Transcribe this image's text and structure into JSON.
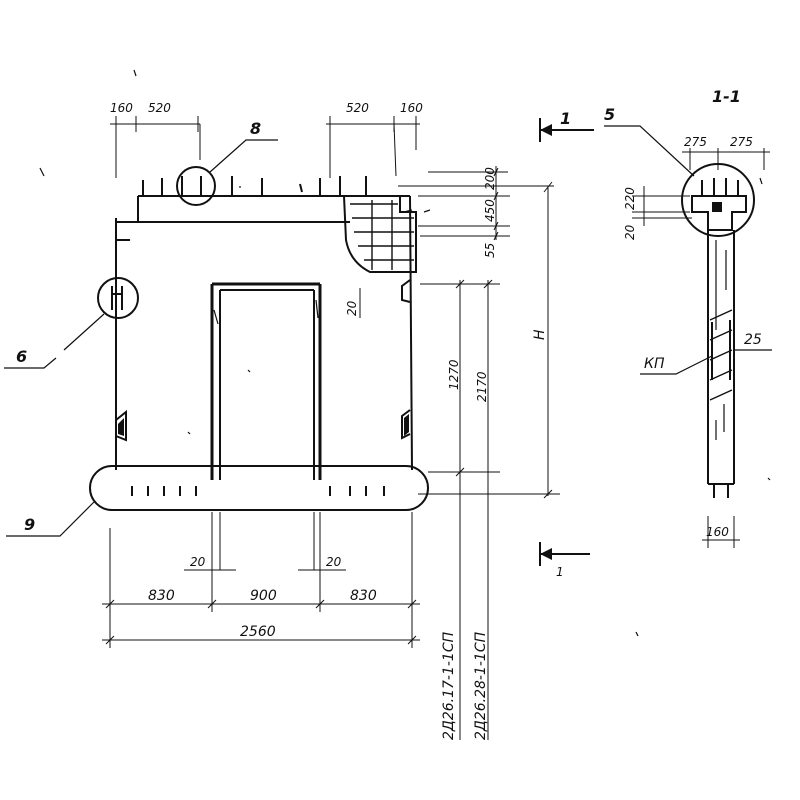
{
  "drawing": {
    "section_title": "1-1",
    "section_mark": "1",
    "section_mark_bottom": "1",
    "top_dims": {
      "left_a": "160",
      "left_b": "520",
      "right_a": "520",
      "right_b": "160"
    },
    "right_dims": {
      "d200": "200",
      "d450": "450",
      "d55": "55",
      "d1270": "1270",
      "d2170": "2170",
      "h": "H"
    },
    "inner_dims": {
      "d20_top": "20",
      "d20_left": "20",
      "d20_right": "20"
    },
    "bottom_dims": {
      "d830_left": "830",
      "d900": "900",
      "d830_right": "830",
      "d2560": "2560"
    },
    "callouts": {
      "c8": "8",
      "c6": "6",
      "c9": "9",
      "c5": "5",
      "kp": "КП",
      "c25": "25"
    },
    "section_dims": {
      "d275a": "275",
      "d275b": "275",
      "d20": "20",
      "d220": "220",
      "d160": "160"
    },
    "marks": {
      "mark1": "2Д26.17-1-1СП",
      "mark2": "2Д26.28-1-1СП"
    }
  }
}
